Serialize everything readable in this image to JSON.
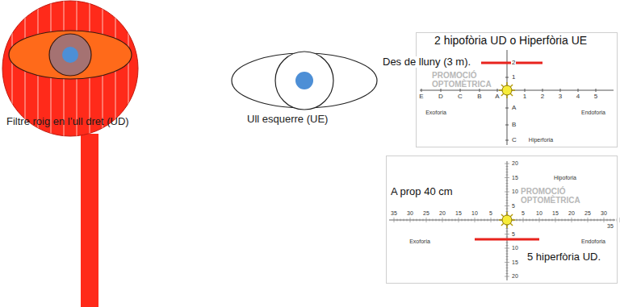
{
  "diagram": {
    "nodes": [
      {
        "text": [
          "Filtre roig en l’ull dret (UD)"
        ]
      },
      {
        "text": [
          "Ull esquerre (UE)"
        ]
      },
      {
        "text": [
          "2 hipofòria UD o Hiperfòria UE"
        ]
      },
      {
        "text": [
          "A prop 40 cm",
          "5 hiperfòria UD."
        ]
      }
    ],
    "labels": [
      "Des de lluny (3 m).",
      "E",
      "D",
      "C",
      "B",
      "A",
      "1",
      "2",
      "3",
      "4",
      "5",
      "1",
      "2",
      "A",
      "B",
      "C",
      "Exoforia",
      "Endoforia",
      "Hiperforia",
      "PROMOCIÓ OPTOMÈTRICA",
      "35",
      "30",
      "25",
      "20",
      "15",
      "10",
      "5",
      "5",
      "10",
      "15",
      "20",
      "25",
      "30",
      "35",
      "20",
      "15",
      "10",
      "5",
      "5",
      "10",
      "15",
      "20",
      "Hipoforia",
      "Exoforia",
      "Endoforia",
      "PROMOCIÓ OPTOMÈTRICA"
    ]
  }
}
